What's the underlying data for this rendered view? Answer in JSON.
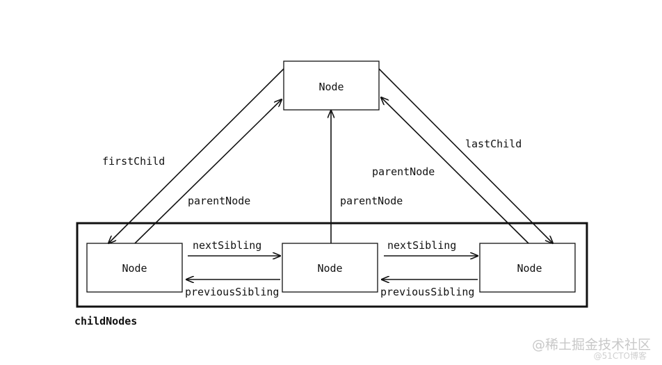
{
  "diagram": {
    "nodes": {
      "parent": "Node",
      "child_first": "Node",
      "child_middle": "Node",
      "child_last": "Node"
    },
    "container_label": "childNodes",
    "edge_labels": {
      "first_child": "firstChild",
      "last_child": "lastChild",
      "parent_node_left": "parentNode",
      "parent_node_middle": "parentNode",
      "parent_node_right": "parentNode",
      "next_sibling_1": "nextSibling",
      "next_sibling_2": "nextSibling",
      "previous_sibling_1": "previousSibling",
      "previous_sibling_2": "previousSibling"
    },
    "colors": {
      "stroke": "#111111",
      "background": "#ffffff",
      "watermark": "#c8c8c8"
    }
  },
  "watermark": {
    "main": "@稀土掘金技术社区",
    "sub": "@51CTO博客"
  }
}
